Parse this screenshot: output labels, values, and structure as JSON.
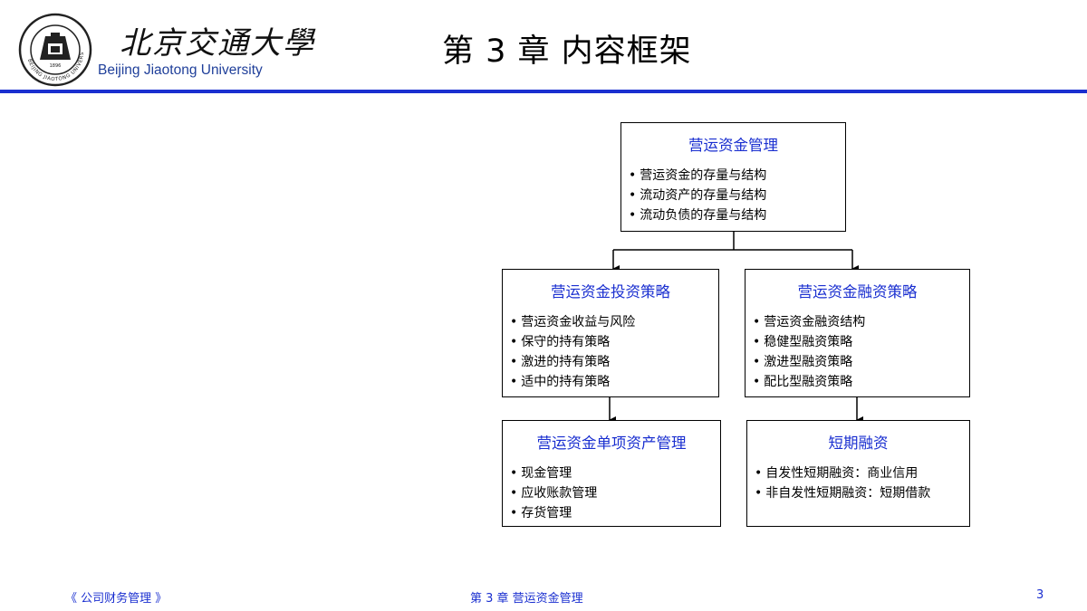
{
  "header": {
    "school_name_cn": "北京交通大學",
    "school_name_en": "Beijing Jiaotong University",
    "seal_text": "BEIJING JIAOTONG UNIVERSITY",
    "seal_year": "1896",
    "title": "第 3 章   内容框架",
    "rule_color": "#1a2fd0"
  },
  "diagram": {
    "top": {
      "title": "营运资金管理",
      "items": [
        "营运资金的存量与结构",
        "流动资产的存量与结构",
        "流动负债的存量与结构"
      ]
    },
    "invest": {
      "title": "营运资金投资策略",
      "items": [
        "营运资金收益与风险",
        "保守的持有策略",
        "激进的持有策略",
        "适中的持有策略"
      ]
    },
    "finance": {
      "title": "营运资金融资策略",
      "items": [
        "营运资金融资结构",
        "稳健型融资策略",
        "激进型融资策略",
        "配比型融资策略"
      ]
    },
    "asset": {
      "title": "营运资金单项资产管理",
      "items": [
        "现金管理",
        "应收账款管理",
        "存货管理"
      ]
    },
    "shortterm": {
      "title": "短期融资",
      "items": [
        "自发性短期融资：商业信用",
        "非自发性短期融资：短期借款"
      ]
    },
    "title_color": "#1a2fd0"
  },
  "footer": {
    "left": "《 公司财务管理 》",
    "center": "第 3 章   营运资金管理",
    "page": "3"
  }
}
